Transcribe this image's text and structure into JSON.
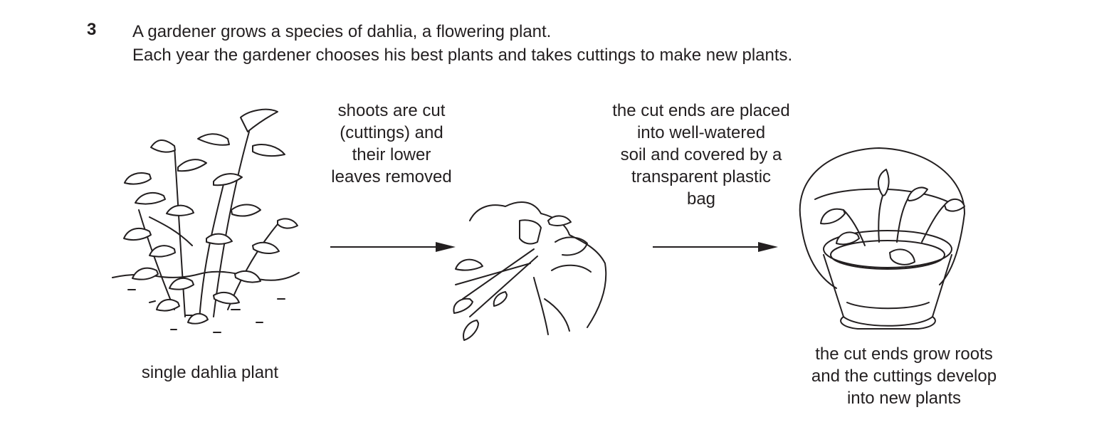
{
  "question": {
    "number": "3",
    "lines": [
      "A gardener grows a species of dahlia, a flowering plant.",
      "Each year the gardener chooses his best plants and takes cuttings to make new plants."
    ]
  },
  "diagram": {
    "plant_caption": "single dahlia plant",
    "step1_lines": [
      "shoots are cut",
      "(cuttings) and",
      "their lower",
      "leaves removed"
    ],
    "step2_lines": [
      "the cut ends are placed",
      "into well-watered",
      "soil and covered by a",
      "transparent plastic",
      "bag"
    ],
    "result_lines": [
      "the cut ends grow roots",
      "and the cuttings develop",
      "into new plants"
    ]
  }
}
